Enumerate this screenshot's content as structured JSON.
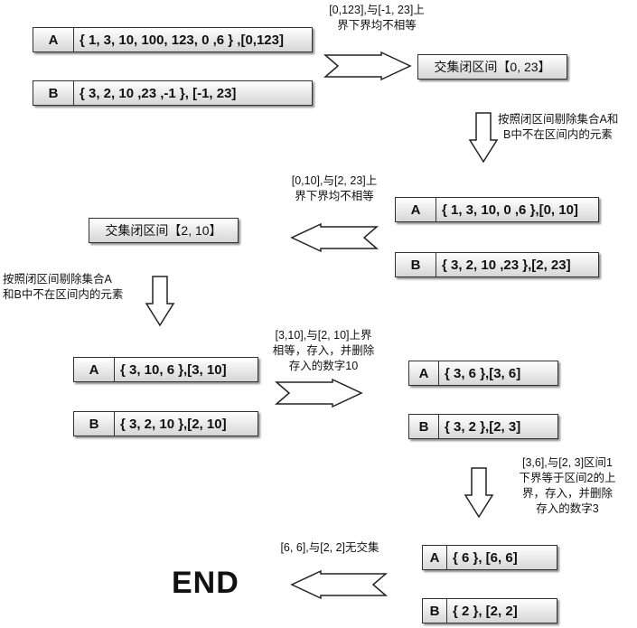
{
  "step1": {
    "a_label": "A",
    "a_value": "{ 1, 3, 10, 100, 123, 0 ,6 } ,[0,123]",
    "b_label": "B",
    "b_value": "{ 3, 2, 10 ,23 ,-1 },   [-1, 23]",
    "note_line1": "[0,123],与[-1, 23]上",
    "note_line2": "界下界均不相等",
    "result": "交集闭区间【0, 23】"
  },
  "step2": {
    "note_line1": "按照闭区间剔除集合A和",
    "note_line2": "B中不在区间内的元素",
    "a_label": "A",
    "a_value": "{ 1, 3, 10, 0 ,6 },[0, 10]",
    "b_label": "B",
    "b_value": "{ 3, 2, 10 ,23 },[2, 23]",
    "compare_line1": "[0,10],与[2, 23]上",
    "compare_line2": "界下界均不相等",
    "result": "交集闭区间【2, 10】"
  },
  "step3": {
    "note_line1": "按照闭区间剔除集合A",
    "note_line2": "和B中不在区间内的元素",
    "a_label": "A",
    "a_value": "{ 3, 10, 6 },[3, 10]",
    "b_label": "B",
    "b_value": "{ 3, 2, 10 },[2, 10]",
    "compare_line1": "[3,10],与[2, 10]上界",
    "compare_line2": "相等，存入，并删除",
    "compare_line3": "存入的数字10"
  },
  "step4": {
    "a_label": "A",
    "a_value": "{ 3,  6 },[3, 6]",
    "b_label": "B",
    "b_value": "{ 3, 2 },[2, 3]",
    "note_line1": "[3,6],与[2, 3]区间1",
    "note_line2": "下界等于区间2的上",
    "note_line3": "界，存入，并删除",
    "note_line4": "存入的数字3"
  },
  "step5": {
    "a_label": "A",
    "a_value": "{  6 }, [6, 6]",
    "b_label": "B",
    "b_value": "{ 2 },  [2, 2]",
    "note": "[6, 6],与[2, 2]无交集",
    "end": "END"
  }
}
